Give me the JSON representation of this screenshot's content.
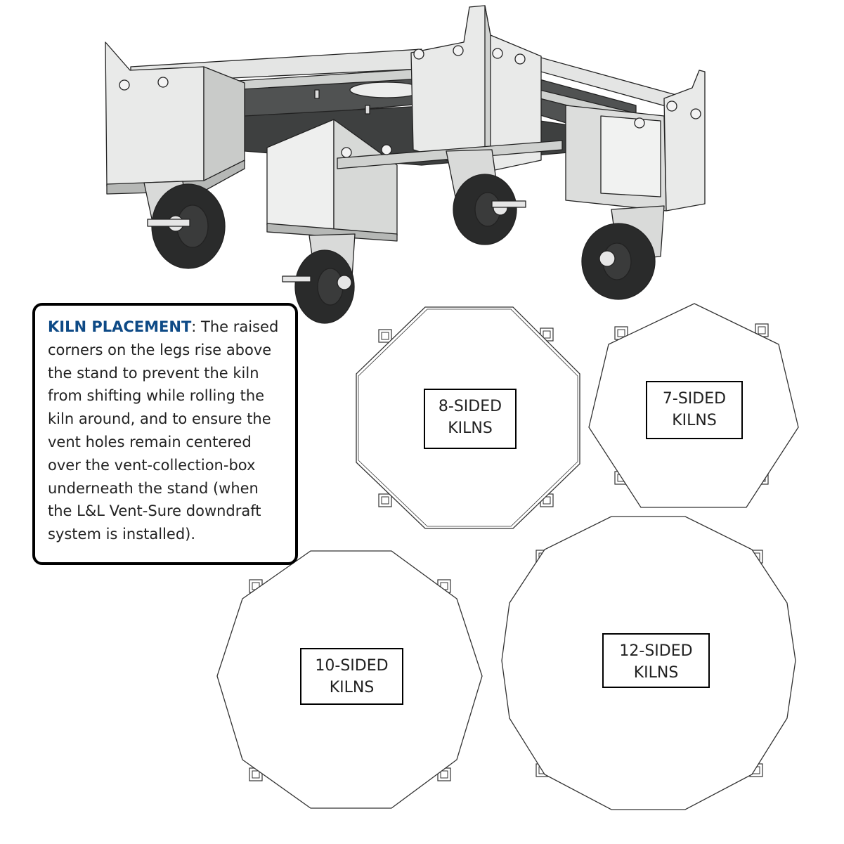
{
  "callout": {
    "heading": "KILN PLACEMENT",
    "body": ": The raised corners on the legs rise above the stand to prevent the kiln from shifting while rolling the kiln around, and to ensure the vent holes remain centered over the vent-collection-box underneath the stand (when the L&L Vent-Sure downdraft system is installed)."
  },
  "kilns": [
    {
      "line1": "8-SIDED",
      "line2": "KILNS"
    },
    {
      "line1": "7-SIDED",
      "line2": "KILNS"
    },
    {
      "line1": "10-SIDED",
      "line2": "KILNS"
    },
    {
      "line1": "12-SIDED",
      "line2": "KILNS"
    }
  ],
  "colors": {
    "accent": "#0e4a86",
    "metal_light": "#e6e7e6",
    "metal_mid": "#bfc1bf",
    "metal_dark": "#4b4d4d",
    "wheel": "#2a2b2b"
  }
}
